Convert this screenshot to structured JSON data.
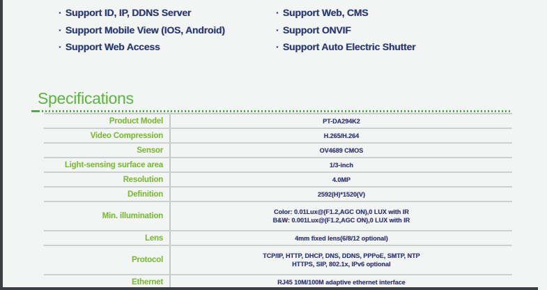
{
  "page": {
    "background": "#f2f5f3",
    "edge_color": "#3a3f44",
    "accent_green": "#5eb54c",
    "label_green": "#79b843",
    "text_navy": "#233a6d"
  },
  "features": {
    "bullet": "·",
    "left": [
      "Support ID, IP, DDNS Server",
      "Support Mobile View (IOS, Android)",
      "Support Web Access"
    ],
    "right": [
      "Support Web, CMS",
      "Support ONVIF",
      "Support Auto Electric Shutter"
    ]
  },
  "specifications": {
    "title": "Specifications",
    "rows": [
      {
        "label": "Product Model",
        "values": [
          "PT-DA294K2"
        ]
      },
      {
        "label": "Video Compression",
        "values": [
          "H.265/H.264"
        ]
      },
      {
        "label": "Sensor",
        "values": [
          "OV4689 CMOS"
        ]
      },
      {
        "label": "Light-sensing surface area",
        "values": [
          "1/3-inch"
        ]
      },
      {
        "label": "Resolution",
        "values": [
          "4.0MP"
        ]
      },
      {
        "label": "Definition",
        "values": [
          "2592(H)*1520(V)"
        ]
      },
      {
        "label": "Min. illumination",
        "values": [
          "Color: 0.01Lux@(F1.2,AGC ON),0 LUX with IR",
          "B&W: 0.001Lux@(F1.2,AGC ON),0 LUX with IR"
        ]
      },
      {
        "label": "Lens",
        "values": [
          "4mm fixed lens(6/8/12 optional)"
        ]
      },
      {
        "label": "Protocol",
        "values": [
          "TCP/IP, HTTP, DHCP, DNS, DDNS, PPPoE, SMTP, NTP",
          "HTTPS, SIP, 802.1x, IPv6 optional"
        ]
      },
      {
        "label": "Ethernet",
        "values": [
          "RJ45 10M/100M adaptive ethernet interface"
        ]
      }
    ]
  }
}
